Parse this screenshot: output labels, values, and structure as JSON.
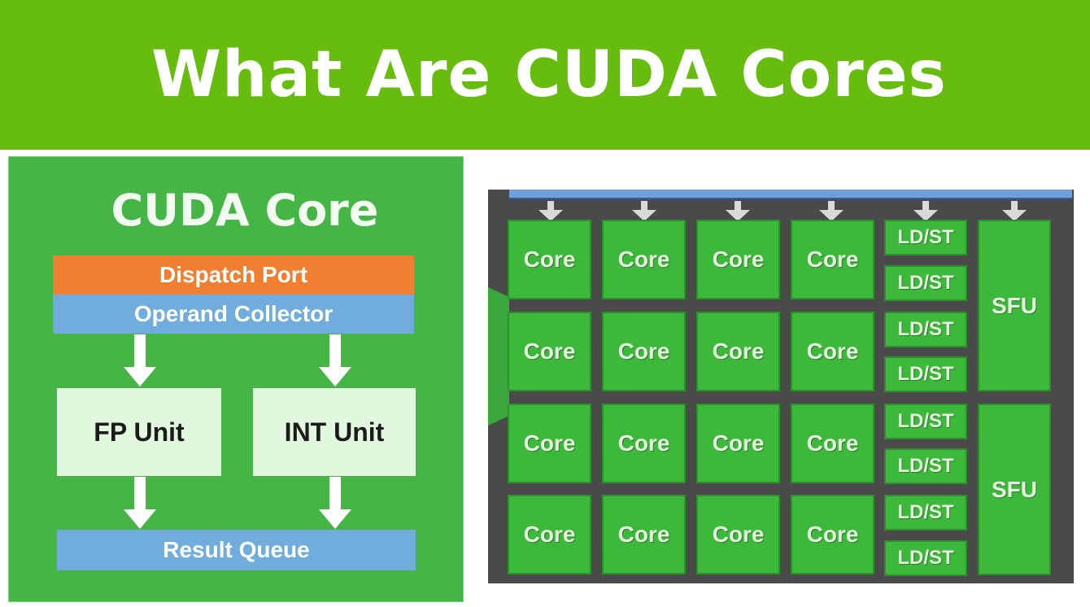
{
  "banner": {
    "title": "What Are CUDA Cores"
  },
  "left_diagram": {
    "title": "CUDA Core",
    "dispatch_port": "Dispatch Port",
    "operand_collector": "Operand Collector",
    "fp_unit": "FP Unit",
    "int_unit": "INT Unit",
    "result_queue": "Result Queue"
  },
  "right_diagram": {
    "core_rows": [
      [
        "Core",
        "Core",
        "Core",
        "Core"
      ],
      [
        "Core",
        "Core",
        "Core",
        "Core"
      ],
      [
        "Core",
        "Core",
        "Core",
        "Core"
      ],
      [
        "Core",
        "Core",
        "Core",
        "Core"
      ]
    ],
    "ldst_units": [
      "LD/ST",
      "LD/ST",
      "LD/ST",
      "LD/ST",
      "LD/ST",
      "LD/ST",
      "LD/ST",
      "LD/ST"
    ],
    "sfu_units": [
      "SFU",
      "SFU"
    ]
  },
  "colors": {
    "banner": "#67bd0e",
    "panel_green": "#45b546",
    "dispatch_orange": "#f07f32",
    "operand_blue": "#70acdc",
    "unit_fill": "#e2f8de",
    "sm_background": "#4a4a4a",
    "cell_green": "#3cb83a"
  }
}
